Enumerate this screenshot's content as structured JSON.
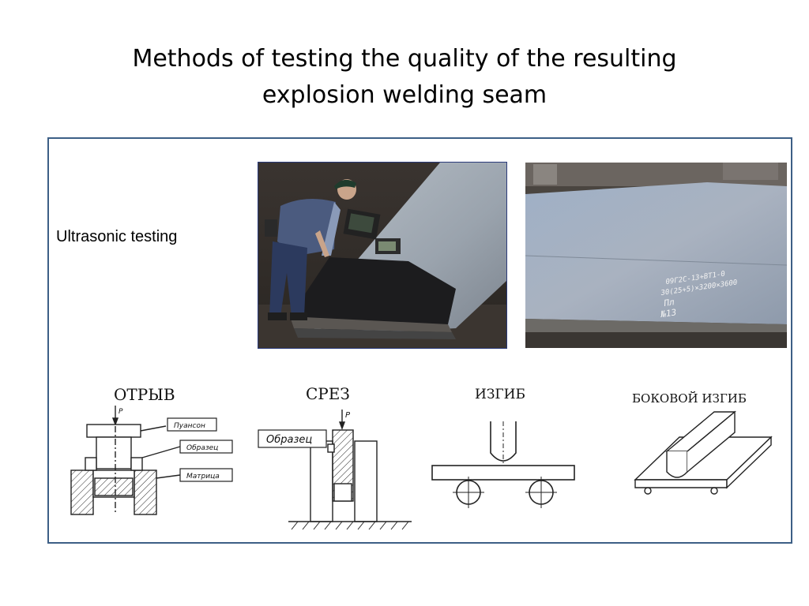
{
  "slide": {
    "title_line1": "Methods of testing the quality of the resulting",
    "title_line2": "explosion welding seam"
  },
  "content": {
    "ultrasonic_label": "Ultrasonic testing",
    "photo2_marking": {
      "line1": "09Г2С-13+ВТ1-0",
      "line2": "30(25+5)×3200×3600",
      "line3": "Пл",
      "line4": "№13"
    },
    "diagrams": [
      {
        "title": "ОТРЫВ",
        "force_label": "P",
        "callouts": [
          "Пуансон",
          "Образец",
          "Матрица"
        ]
      },
      {
        "title": "СРЕЗ",
        "force_label": "P",
        "callouts": [
          "Образец"
        ]
      },
      {
        "title": "ИЗГИБ"
      },
      {
        "title": "БОКОВОЙ ИЗГИБ"
      }
    ]
  },
  "colors": {
    "frame_border": "#3d5f86",
    "photo_border": "#2a3a7a"
  }
}
